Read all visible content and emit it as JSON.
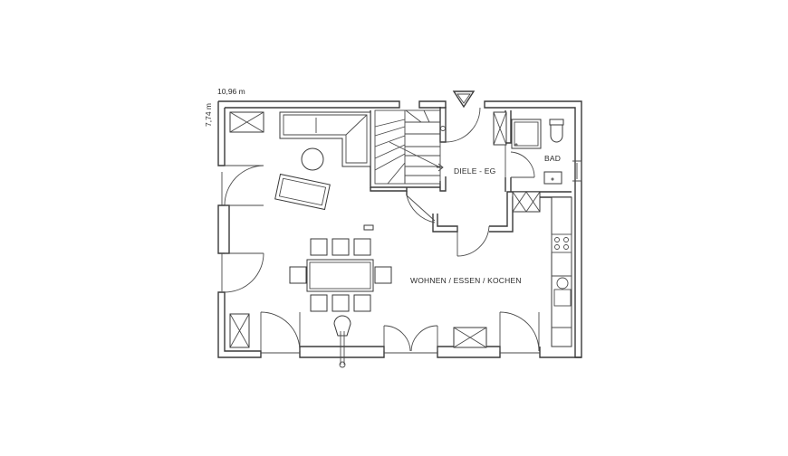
{
  "plan": {
    "dimensions": {
      "width": "10,96 m",
      "depth": "7,74 m"
    },
    "rooms": [
      {
        "id": "diele",
        "label": "DIELE - EG"
      },
      {
        "id": "bad",
        "label": "BAD"
      },
      {
        "id": "wohnen",
        "label": "WOHNEN / ESSEN / KOCHEN"
      }
    ]
  }
}
